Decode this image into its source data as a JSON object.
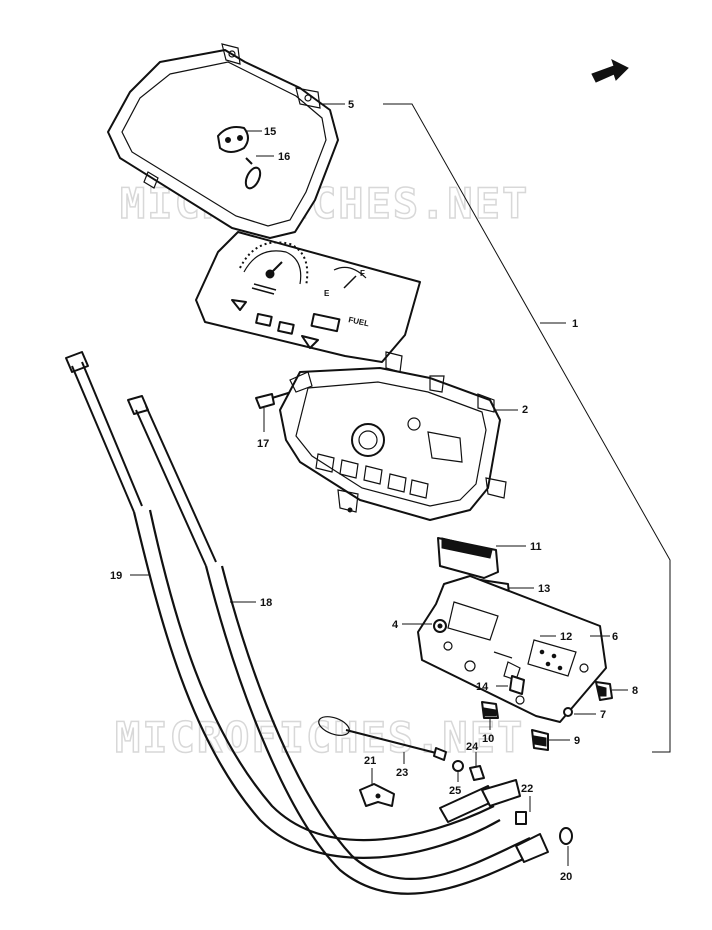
{
  "watermark": {
    "text": "MICROFICHES.NET"
  },
  "gauge": {
    "fuel_label": "FUEL",
    "full_mark": "F",
    "empty_mark": "E"
  },
  "callouts": [
    {
      "id": "callout-1",
      "label": "1"
    },
    {
      "id": "callout-2",
      "label": "2"
    },
    {
      "id": "callout-4",
      "label": "4"
    },
    {
      "id": "callout-5",
      "label": "5"
    },
    {
      "id": "callout-6",
      "label": "6"
    },
    {
      "id": "callout-7",
      "label": "7"
    },
    {
      "id": "callout-8",
      "label": "8"
    },
    {
      "id": "callout-9",
      "label": "9"
    },
    {
      "id": "callout-10",
      "label": "10"
    },
    {
      "id": "callout-11",
      "label": "11"
    },
    {
      "id": "callout-12",
      "label": "12"
    },
    {
      "id": "callout-13",
      "label": "13"
    },
    {
      "id": "callout-14",
      "label": "14"
    },
    {
      "id": "callout-15",
      "label": "15"
    },
    {
      "id": "callout-16",
      "label": "16"
    },
    {
      "id": "callout-17",
      "label": "17"
    },
    {
      "id": "callout-18",
      "label": "18"
    },
    {
      "id": "callout-19",
      "label": "19"
    },
    {
      "id": "callout-20",
      "label": "20"
    },
    {
      "id": "callout-21",
      "label": "21"
    },
    {
      "id": "callout-22",
      "label": "22"
    },
    {
      "id": "callout-23",
      "label": "23"
    },
    {
      "id": "callout-24",
      "label": "24"
    },
    {
      "id": "callout-25",
      "label": "25"
    }
  ],
  "colors": {
    "ink": "#111111",
    "watermark": "#d8d8d8",
    "background": "#ffffff"
  }
}
